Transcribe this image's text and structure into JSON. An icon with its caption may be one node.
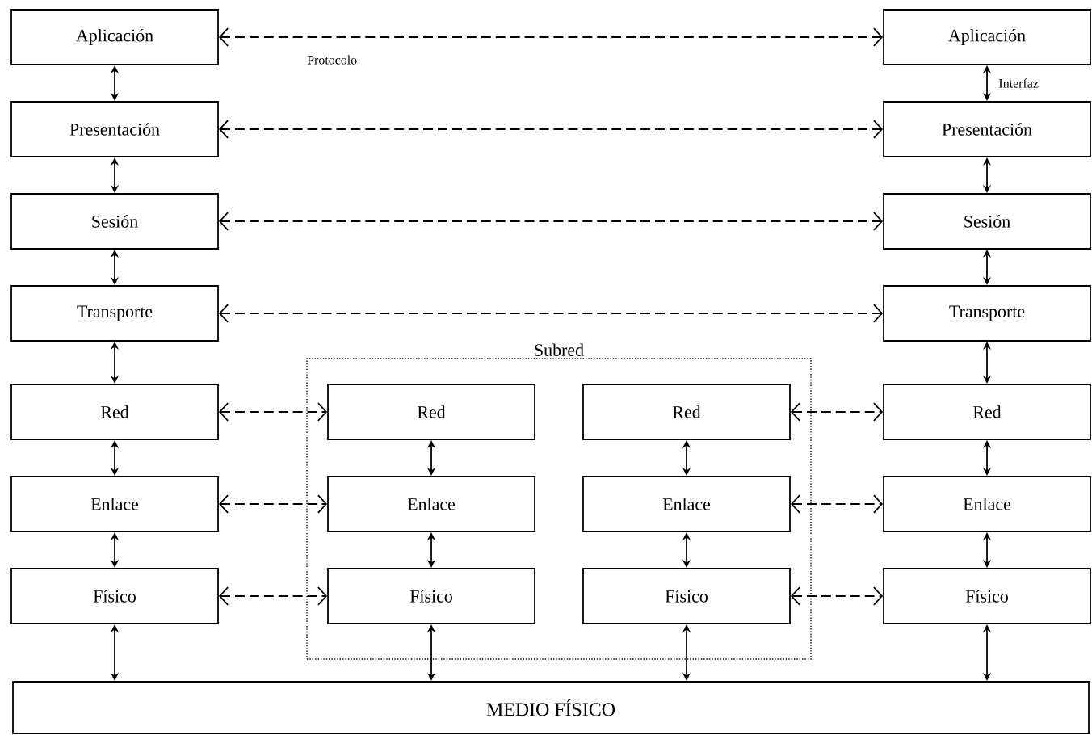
{
  "diagram": {
    "nodes": [
      {
        "text": [
          "Aplicación"
        ]
      },
      {
        "text": [
          "Aplicación"
        ]
      },
      {
        "text": [
          "Presentación"
        ]
      },
      {
        "text": [
          "Presentación"
        ]
      },
      {
        "text": [
          "Sesión"
        ]
      },
      {
        "text": [
          "Sesión"
        ]
      },
      {
        "text": [
          "Transporte"
        ]
      },
      {
        "text": [
          "Transporte"
        ]
      },
      {
        "text": [
          "Subred"
        ]
      },
      {
        "text": [
          "Red"
        ]
      },
      {
        "text": [
          "Red"
        ],
        "in": 8
      },
      {
        "text": [
          "Red"
        ],
        "in": 8
      },
      {
        "text": [
          "Red"
        ]
      },
      {
        "text": [
          "Enlace"
        ]
      },
      {
        "text": [
          "Enlace"
        ],
        "in": 8
      },
      {
        "text": [
          "Enlace"
        ],
        "in": 8
      },
      {
        "text": [
          "Enlace"
        ]
      },
      {
        "text": [
          "Físico"
        ]
      },
      {
        "text": [
          "Físico"
        ],
        "in": 8
      },
      {
        "text": [
          "Físico"
        ],
        "in": 8
      },
      {
        "text": [
          "Físico"
        ]
      },
      {
        "text": [
          "MEDIO FÍSICO"
        ]
      }
    ],
    "edges": [
      {
        "from": 0,
        "to": 1,
        "arrow": "both",
        "style": "dashed",
        "label": "Protocolo"
      },
      {
        "from": 2,
        "to": 3,
        "arrow": "both",
        "style": "dashed"
      },
      {
        "from": 4,
        "to": 5,
        "arrow": "both",
        "style": "dashed"
      },
      {
        "from": 6,
        "to": 7,
        "arrow": "both",
        "style": "dashed"
      },
      {
        "from": 9,
        "to": 10,
        "arrow": "both",
        "style": "dashed"
      },
      {
        "from": 11,
        "to": 12,
        "arrow": "both",
        "style": "dashed"
      },
      {
        "from": 13,
        "to": 14,
        "arrow": "both",
        "style": "dashed"
      },
      {
        "from": 15,
        "to": 16,
        "arrow": "both",
        "style": "dashed"
      },
      {
        "from": 17,
        "to": 18,
        "arrow": "both",
        "style": "dashed"
      },
      {
        "from": 19,
        "to": 20,
        "arrow": "both",
        "style": "dashed"
      },
      {
        "from": 0,
        "to": 2,
        "arrow": "both"
      },
      {
        "from": 2,
        "to": 4,
        "arrow": "both"
      },
      {
        "from": 4,
        "to": 6,
        "arrow": "both"
      },
      {
        "from": 6,
        "to": 9,
        "arrow": "both"
      },
      {
        "from": 9,
        "to": 13,
        "arrow": "both"
      },
      {
        "from": 13,
        "to": 17,
        "arrow": "both"
      },
      {
        "from": 17,
        "to": 21,
        "arrow": "both"
      },
      {
        "from": 1,
        "to": 3,
        "arrow": "both",
        "label": "Interfaz"
      },
      {
        "from": 3,
        "to": 5,
        "arrow": "both"
      },
      {
        "from": 5,
        "to": 7,
        "arrow": "both"
      },
      {
        "from": 7,
        "to": 12,
        "arrow": "both"
      },
      {
        "from": 12,
        "to": 16,
        "arrow": "both"
      },
      {
        "from": 16,
        "to": 20,
        "arrow": "both"
      },
      {
        "from": 20,
        "to": 21,
        "arrow": "both"
      },
      {
        "from": 10,
        "to": 14,
        "arrow": "both"
      },
      {
        "from": 14,
        "to": 18,
        "arrow": "both"
      },
      {
        "from": 18,
        "to": 21,
        "arrow": "both"
      },
      {
        "from": 11,
        "to": 15,
        "arrow": "both"
      },
      {
        "from": 15,
        "to": 19,
        "arrow": "both"
      },
      {
        "from": 19,
        "to": 21,
        "arrow": "both"
      }
    ]
  }
}
